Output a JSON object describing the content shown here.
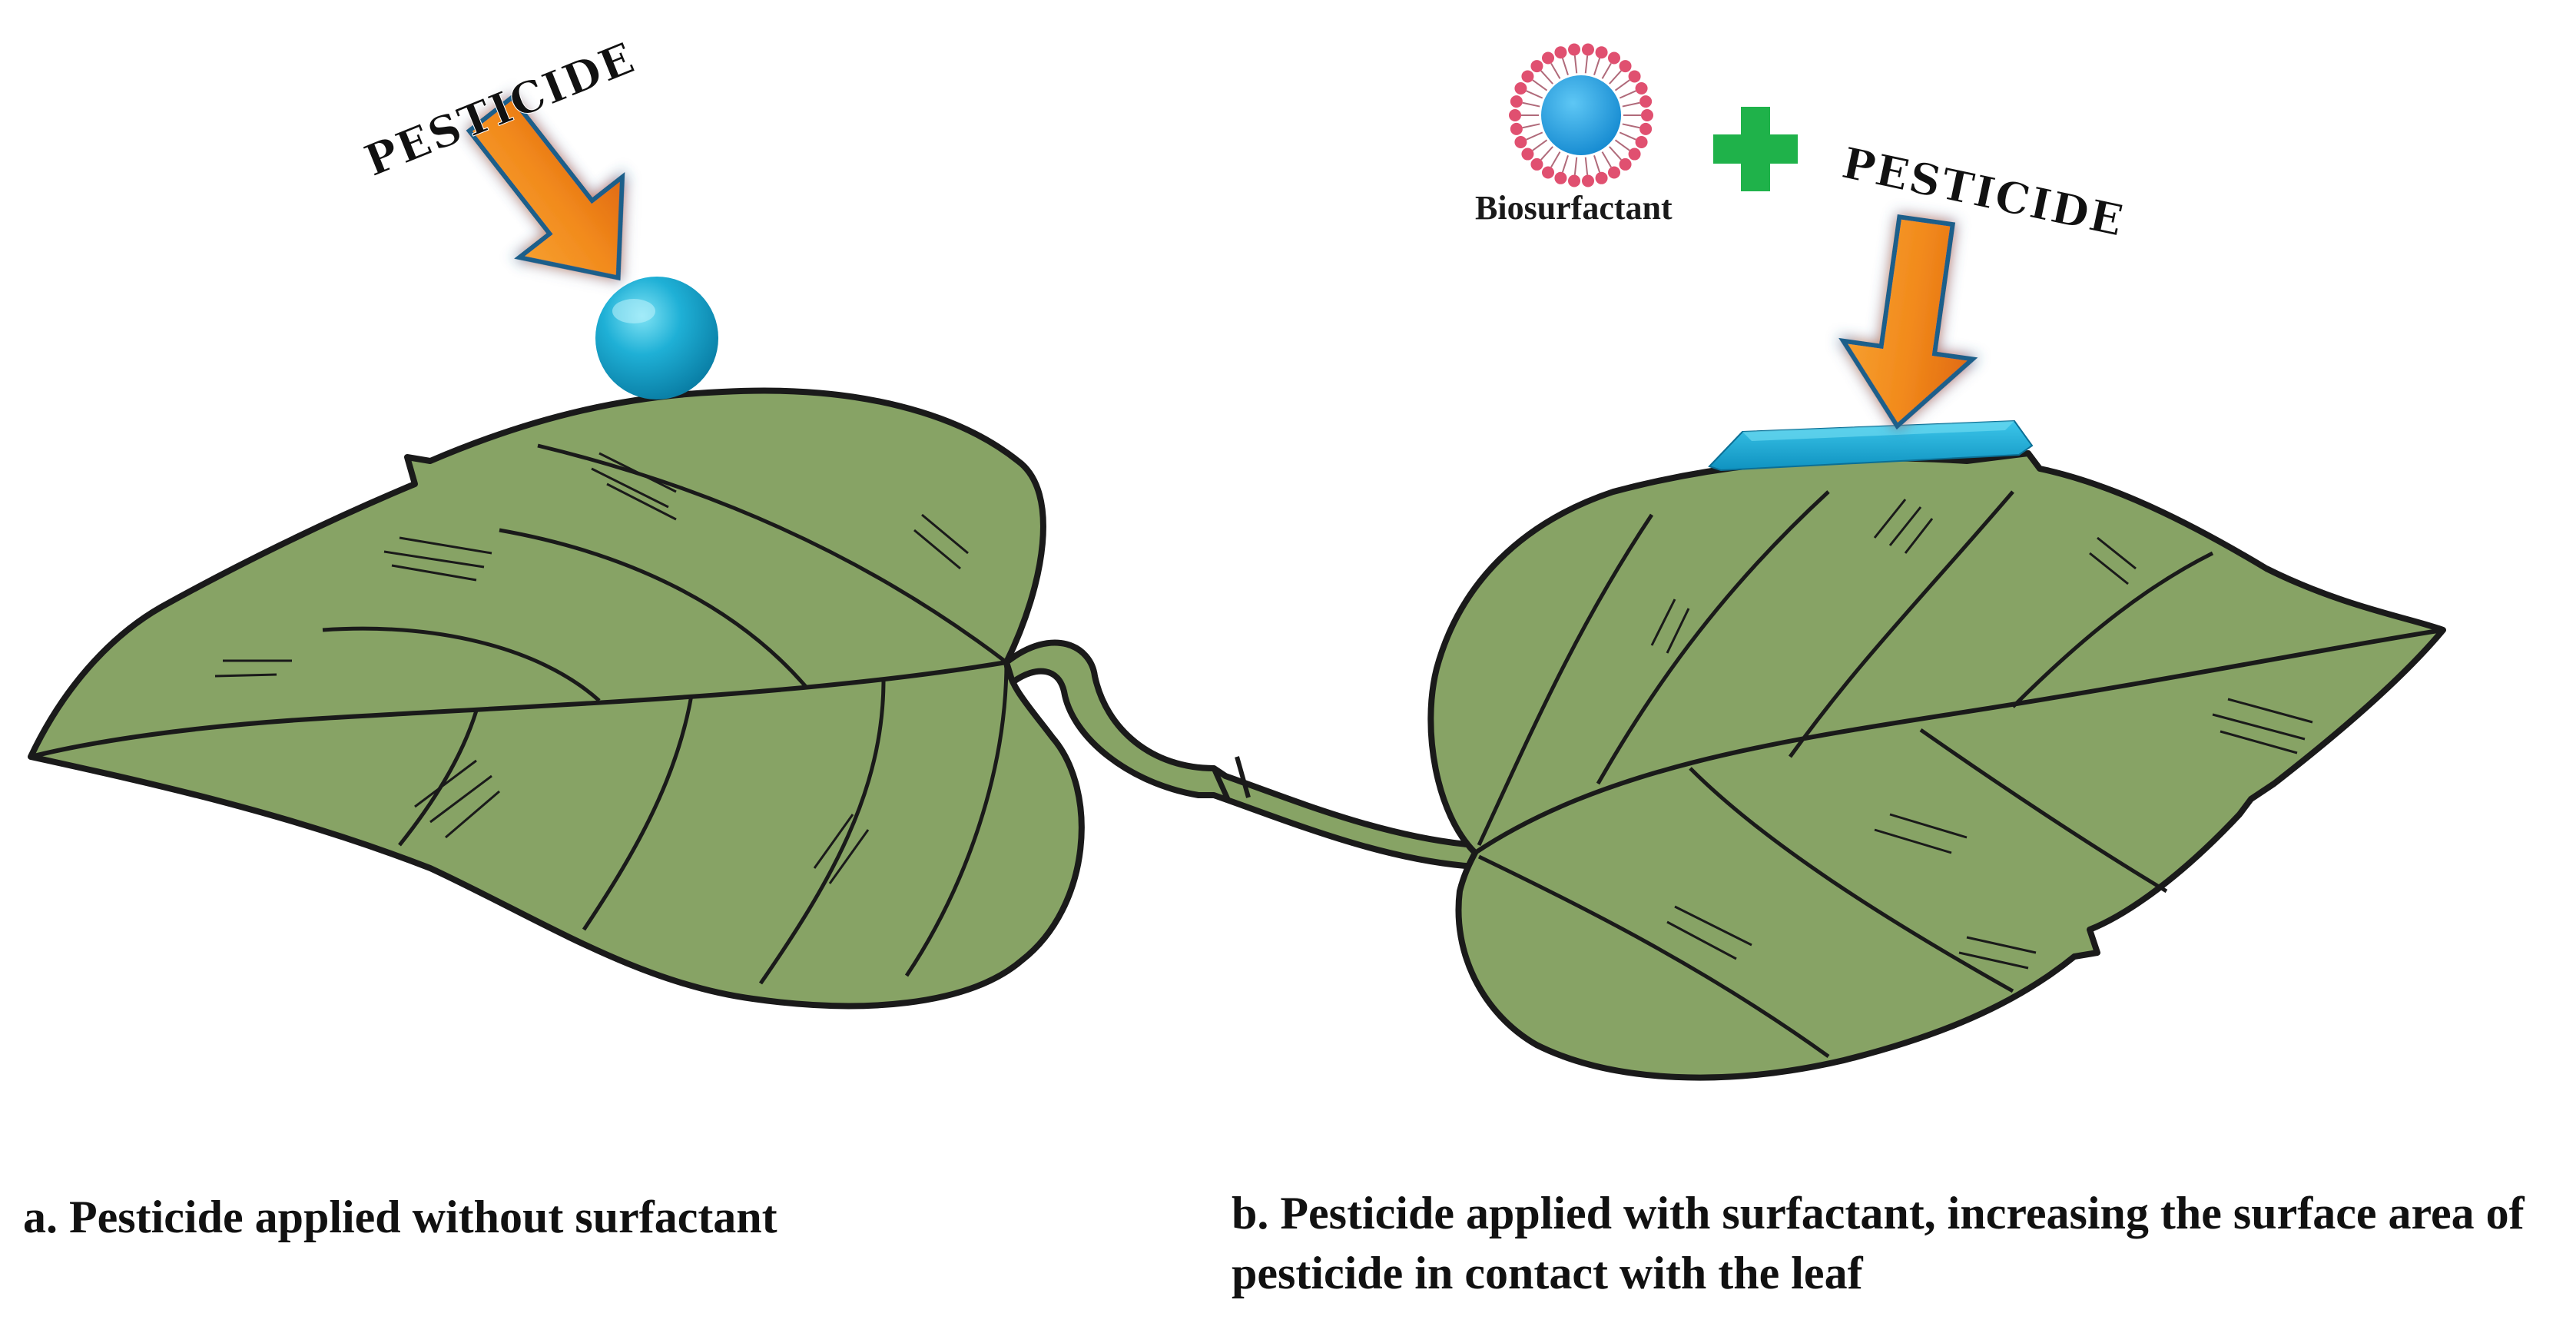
{
  "diagram": {
    "label_a": "PESTICIDE",
    "label_b": "PESTICIDE",
    "biosurfactant_label": "Biosurfactant",
    "caption_a": "a. Pesticide applied without surfactant",
    "caption_b": "b. Pesticide applied with surfactant, increasing the surface area of pesticide in contact with the leaf"
  },
  "colors": {
    "leaf": "#87a365",
    "leaf_outline": "#1a1a1a",
    "droplet": "#1aa3c9",
    "arrow": "#f08a1a",
    "plus": "#1fb24a",
    "micelle_core": "#1fa0e0",
    "micelle_heads": "#e05070"
  }
}
